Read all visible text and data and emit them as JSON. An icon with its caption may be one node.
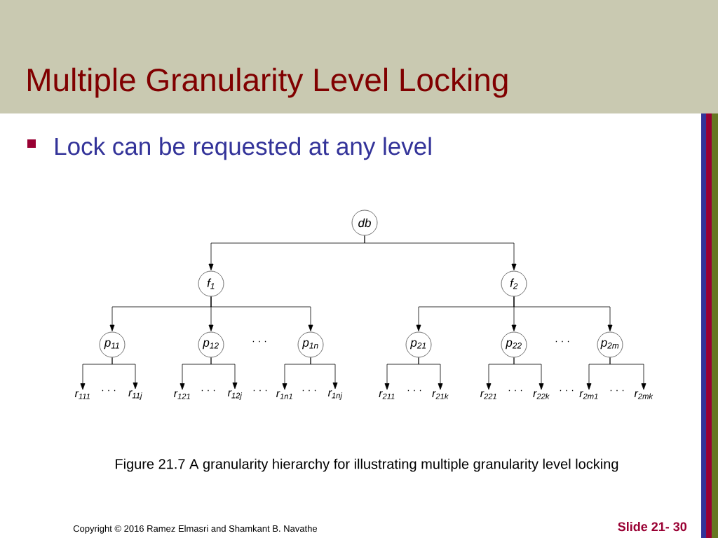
{
  "diagram": {
    "title": "Multiple Granularity Level Locking",
    "caption": "Figure 21.7 A granularity hierarchy for illustrating multiple granularity level locking",
    "nodes": [
      {
        "text": [
          "db"
        ]
      },
      {
        "text": [
          "f$_{1}$"
        ]
      },
      {
        "text": [
          "f$_{2}$"
        ]
      },
      {
        "text": [
          "p$_{11}$"
        ]
      },
      {
        "text": [
          "p$_{12}$"
        ]
      },
      {
        "text": [
          "p$_{1n}$"
        ]
      },
      {
        "text": [
          "p$_{21}$"
        ]
      },
      {
        "text": [
          "p$_{22}$"
        ]
      },
      {
        "text": [
          "p$_{2m}$"
        ]
      },
      {
        "text": [
          "r$_{111}$"
        ]
      },
      {
        "text": [
          "r$_{11j}$"
        ]
      },
      {
        "text": [
          "r$_{121}$"
        ]
      },
      {
        "text": [
          "r$_{12j}$"
        ]
      },
      {
        "text": [
          "r$_{1n1}$"
        ]
      },
      {
        "text": [
          "r$_{1nj}$"
        ]
      },
      {
        "text": [
          "r$_{211}$"
        ]
      },
      {
        "text": [
          "r$_{21k}$"
        ]
      },
      {
        "text": [
          "r$_{221}$"
        ]
      },
      {
        "text": [
          "r$_{22k}$"
        ]
      },
      {
        "text": [
          "r$_{2m1}$"
        ]
      },
      {
        "text": [
          "r$_{2mk}$"
        ]
      }
    ],
    "edges": [
      {
        "from": 0,
        "to": 1,
        "arrow": "to"
      },
      {
        "from": 0,
        "to": 2,
        "arrow": "to"
      },
      {
        "from": 1,
        "to": 3,
        "arrow": "to"
      },
      {
        "from": 1,
        "to": 4,
        "arrow": "to"
      },
      {
        "from": 1,
        "to": 5,
        "arrow": "to"
      },
      {
        "from": 2,
        "to": 6,
        "arrow": "to"
      },
      {
        "from": 2,
        "to": 7,
        "arrow": "to"
      },
      {
        "from": 2,
        "to": 8,
        "arrow": "to"
      },
      {
        "from": 3,
        "to": 9,
        "arrow": "to"
      },
      {
        "from": 3,
        "to": 10,
        "arrow": "to"
      },
      {
        "from": 4,
        "to": 11,
        "arrow": "to"
      },
      {
        "from": 4,
        "to": 12,
        "arrow": "to"
      },
      {
        "from": 5,
        "to": 13,
        "arrow": "to"
      },
      {
        "from": 5,
        "to": 14,
        "arrow": "to"
      },
      {
        "from": 6,
        "to": 15,
        "arrow": "to"
      },
      {
        "from": 6,
        "to": 16,
        "arrow": "to"
      },
      {
        "from": 7,
        "to": 17,
        "arrow": "to"
      },
      {
        "from": 7,
        "to": 18,
        "arrow": "to"
      },
      {
        "from": 8,
        "to": 19,
        "arrow": "to"
      },
      {
        "from": 8,
        "to": 20,
        "arrow": "to"
      }
    ],
    "labels": [
      "Lock can be requested at any level",
      "· · ·",
      "· · ·",
      "· · ·",
      "· · ·",
      "· · ·",
      "· · ·",
      "· · ·",
      "· · ·",
      "· · ·",
      "· · ·",
      "Copyright © 2016 Ramez Elmasri and Shamkant B. Navathe",
      "Slide 21- 30"
    ]
  }
}
